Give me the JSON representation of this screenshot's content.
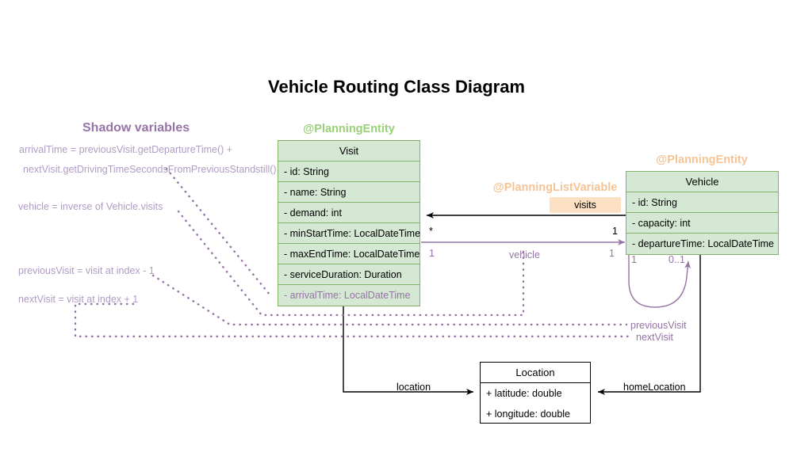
{
  "title": "Vehicle Routing Class Diagram",
  "colors": {
    "class_fill": "#d5e8d4",
    "class_stroke": "#82b366",
    "stereotype_entity": "#97d077",
    "stereotype_list_variable": "#f5c396",
    "shadow_purple": "#9673a6",
    "shadow_text": "#b09cc4",
    "badge_fill": "#fbe0c3",
    "plain_stroke": "#000000"
  },
  "shadow_panel": {
    "heading": "Shadow variables",
    "notes": [
      "arrivalTime = previousVisit.getDepartureTime() +",
      "nextVisit.getDrivingTimeSecondsFromPreviousStandstill()",
      "vehicle = inverse of Vehicle.visits",
      "previousVisit = visit at index - 1",
      "nextVisit = visit at index + 1"
    ]
  },
  "classes": {
    "visit": {
      "stereotype": "@PlanningEntity",
      "name": "Visit",
      "attributes": [
        {
          "text": "- id: String",
          "shadow": false
        },
        {
          "text": "- name: String",
          "shadow": false
        },
        {
          "text": "- demand: int",
          "shadow": false
        },
        {
          "text": "- minStartTime: LocalDateTime",
          "shadow": false
        },
        {
          "text": "- maxEndTime: LocalDateTime",
          "shadow": false
        },
        {
          "text": "- serviceDuration: Duration",
          "shadow": false
        },
        {
          "text": "- arrivalTime: LocalDateTime",
          "shadow": true
        }
      ]
    },
    "vehicle": {
      "stereotype": "@PlanningEntity",
      "name": "Vehicle",
      "attributes": [
        {
          "text": "- id: String",
          "shadow": false
        },
        {
          "text": "- capacity: int",
          "shadow": false
        },
        {
          "text": "- departureTime: LocalDateTime",
          "shadow": false
        }
      ]
    },
    "location": {
      "name": "Location",
      "attributes": [
        {
          "text": "+ latitude: double",
          "shadow": false
        },
        {
          "text": "+ longitude: double",
          "shadow": false
        }
      ]
    }
  },
  "associations": {
    "list_variable_stereotype": "@PlanningListVariable",
    "visits_badge": "visits",
    "visits_mult_visit": "*",
    "visits_mult_vehicle": "1",
    "vehicle_label": "vehicle",
    "vehicle_mult_visit": "1",
    "vehicle_mult_vehicle": "1",
    "self_mult_left": "1",
    "self_mult_right": "0..1",
    "previous_visit_label": "previousVisit",
    "next_visit_label": "nextVisit",
    "location_label": "location",
    "home_location_label": "homeLocation"
  }
}
